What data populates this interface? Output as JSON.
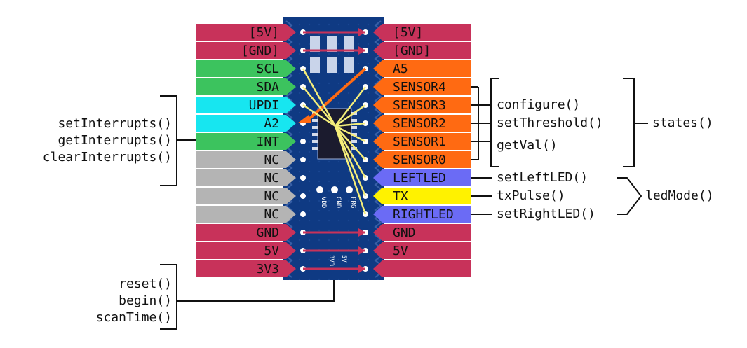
{
  "colors": {
    "power": "#c8325a",
    "i2c": "#3cc35e",
    "updi": "#17e6f0",
    "nc": "#b4b4b4",
    "sensor": "#ff6a12",
    "led": "#6b6bf5",
    "tx": "#fff200",
    "board": "#0f3a83",
    "wire": "#f5ee7a"
  },
  "left_pins": [
    {
      "label": "[5V]",
      "group": "power"
    },
    {
      "label": "[GND]",
      "group": "power"
    },
    {
      "label": "SCL",
      "group": "i2c"
    },
    {
      "label": "SDA",
      "group": "i2c"
    },
    {
      "label": "UPDI",
      "group": "updi"
    },
    {
      "label": "A2",
      "group": "updi"
    },
    {
      "label": "INT",
      "group": "i2c"
    },
    {
      "label": "NC",
      "group": "nc"
    },
    {
      "label": "NC",
      "group": "nc"
    },
    {
      "label": "NC",
      "group": "nc"
    },
    {
      "label": "NC",
      "group": "nc"
    },
    {
      "label": "GND",
      "group": "power"
    },
    {
      "label": "5V",
      "group": "power"
    },
    {
      "label": "3V3",
      "group": "power"
    }
  ],
  "right_pins": [
    {
      "label": "[5V]",
      "group": "power"
    },
    {
      "label": "[GND]",
      "group": "power"
    },
    {
      "label": "A5",
      "group": "sensor"
    },
    {
      "label": "SENSOR4",
      "group": "sensor"
    },
    {
      "label": "SENSOR3",
      "group": "sensor"
    },
    {
      "label": "SENSOR2",
      "group": "sensor"
    },
    {
      "label": "SENSOR1",
      "group": "sensor"
    },
    {
      "label": "SENSOR0",
      "group": "sensor"
    },
    {
      "label": "LEFTLED",
      "group": "led"
    },
    {
      "label": "TX",
      "group": "tx"
    },
    {
      "label": "RIGHTLED",
      "group": "led"
    },
    {
      "label": "GND",
      "group": "power"
    },
    {
      "label": "5V",
      "group": "power"
    },
    {
      "label": ""
    }
  ],
  "functions": {
    "interrupts": [
      "setInterrupts()",
      "getInterrupts()",
      "clearInterrupts()"
    ],
    "sensor": [
      "configure()",
      "setThreshold()",
      "getVal()"
    ],
    "states": "states()",
    "led": [
      "setLeftLED()",
      "txPulse()",
      "setRightLED()"
    ],
    "led_mode": "ledMode()",
    "general": [
      "reset()",
      "begin()",
      "scanTime()"
    ]
  },
  "board_silkscreen": [
    "VDD",
    "GND",
    "PRG",
    "5V",
    "3V3"
  ]
}
